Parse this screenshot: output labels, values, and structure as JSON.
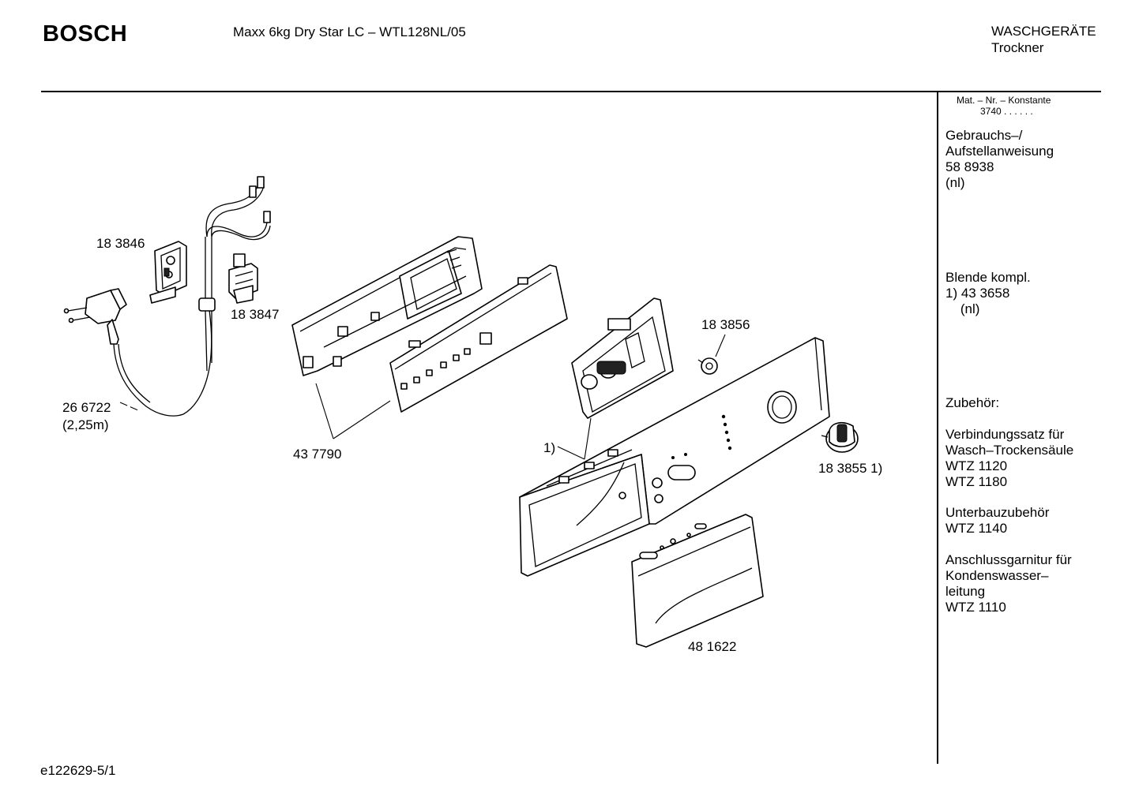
{
  "header": {
    "brand": "BOSCH",
    "title": "Maxx 6kg Dry Star LC – WTL128NL/05",
    "category_line1": "WASCHGERÄTE",
    "category_line2": "Trockner"
  },
  "sidebar": {
    "mat_label": "Mat. – Nr. – Konstante",
    "mat_value": "3740 .  .  .  .  .  .",
    "manual": [
      "Gebrauchs–/",
      "Aufstellanweisung",
      "58 8938",
      "(nl)"
    ],
    "panel": [
      "Blende kompl.",
      "1) 43 3658",
      "    (nl)"
    ],
    "accessories_heading": "Zubehör:",
    "kit1": [
      "Verbindungssatz für",
      "Wasch–Trockensäule",
      "WTZ 1120",
      "WTZ 1180"
    ],
    "kit2": [
      "Unterbauzubehör",
      "WTZ 1140"
    ],
    "kit3": [
      "Anschlussgarnitur für",
      "Kondenswasser–",
      "leitung",
      "WTZ 1110"
    ]
  },
  "parts": {
    "p183846": "18 3846",
    "p183847": "18 3847",
    "p266722": "26 6722",
    "p266722_len": "(2,25m)",
    "p437790": "43 7790",
    "note1": "1)",
    "p183856": "18 3856",
    "p183855": "18 3855 1)",
    "p481622": "48 1622"
  },
  "footer": {
    "code": "e122629-5/1"
  }
}
